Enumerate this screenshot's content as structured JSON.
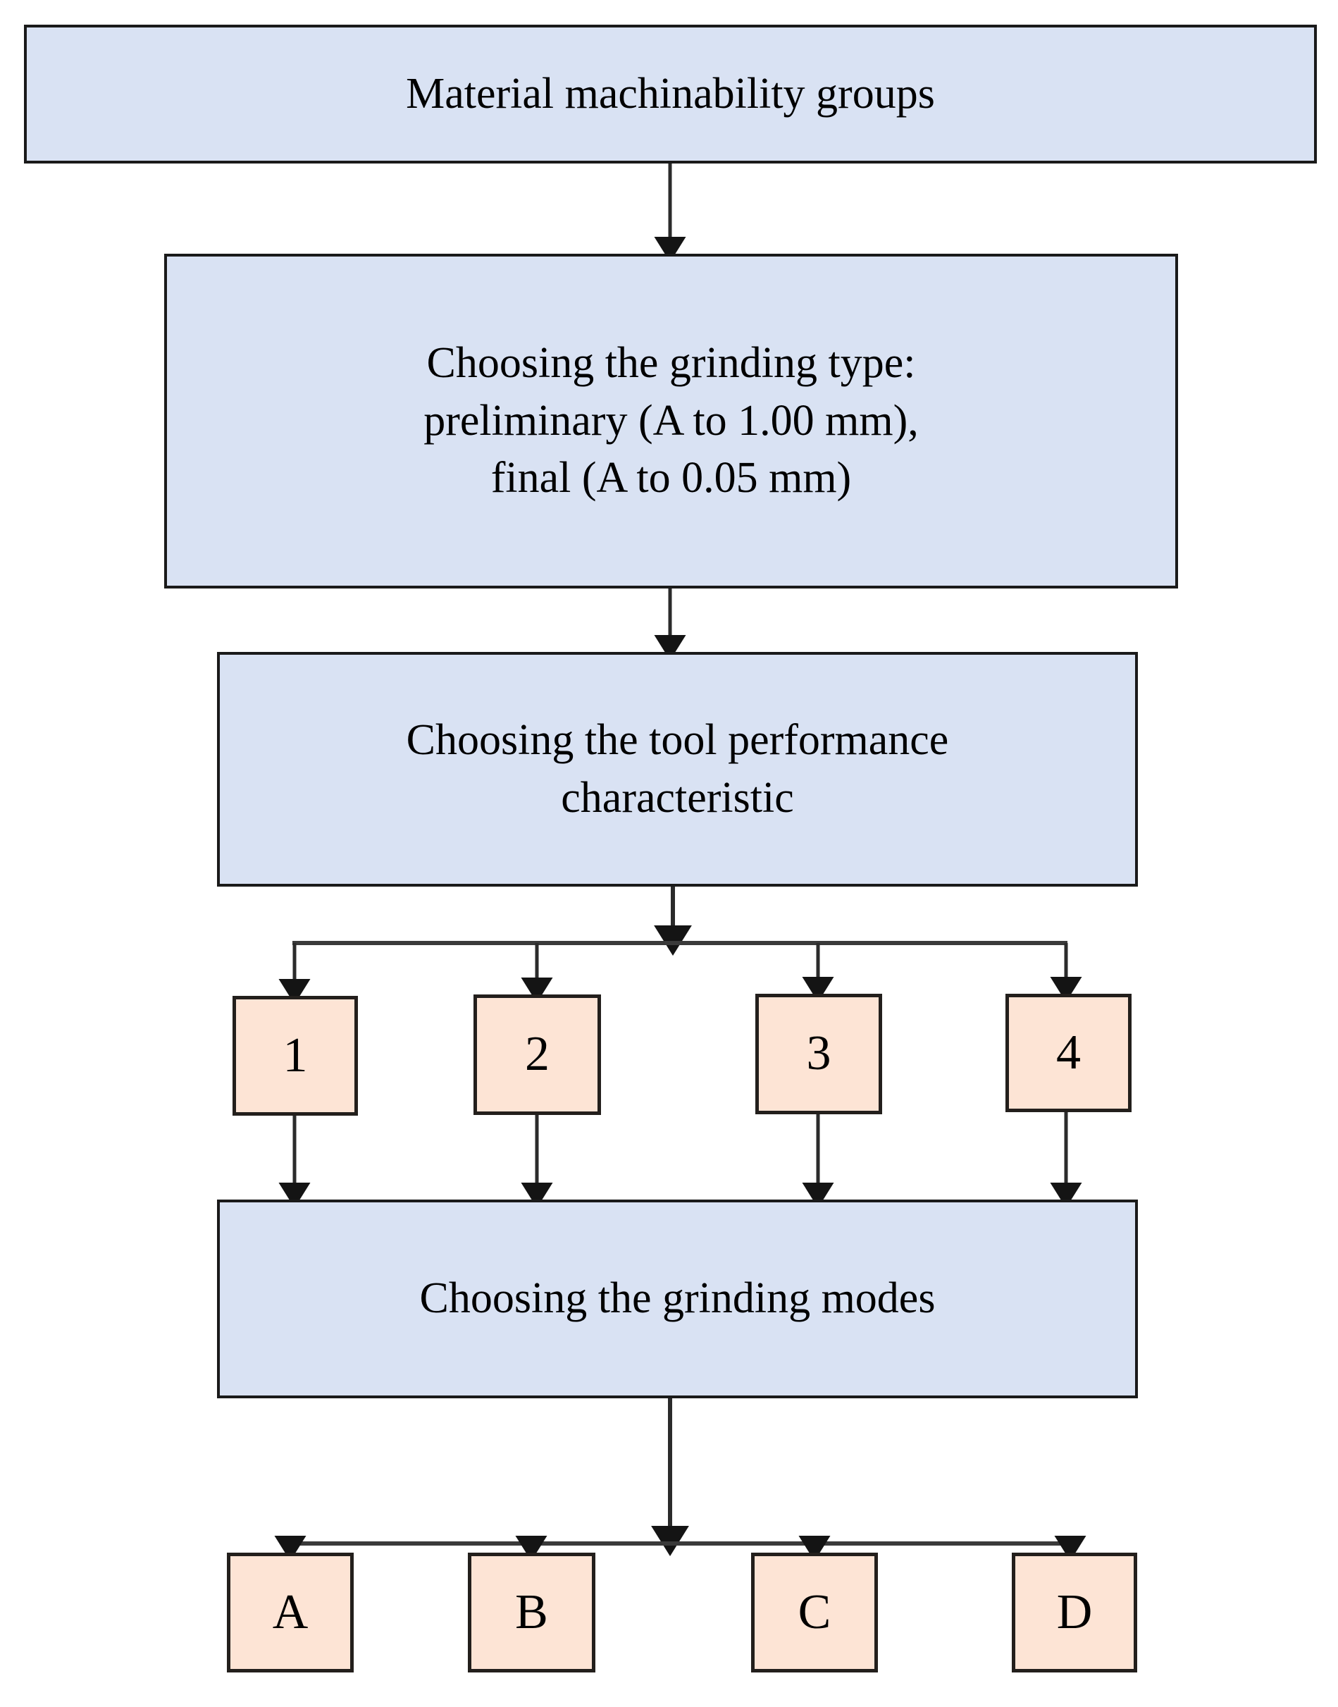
{
  "diagram": {
    "title_text": "Material machinability groups",
    "type": "flowchart",
    "colors": {
      "process_fill": "#d9e2f3",
      "terminal_fill": "#fde4d5",
      "border": "#1a1a1a",
      "connector": "#1a1a1a",
      "background": "#ffffff"
    },
    "nodes": {
      "material_groups": {
        "label": "Material machinability groups"
      },
      "grinding_type": {
        "label": "Choosing the grinding type:\npreliminary (A to 1.00 mm),\nfinal (A to 0.05 mm)"
      },
      "tool_performance": {
        "label": "Choosing the tool performance\ncharacteristic"
      },
      "grinding_modes": {
        "label": "Choosing the grinding modes"
      }
    },
    "tool_performance_options": [
      {
        "label": "1"
      },
      {
        "label": "2"
      },
      {
        "label": "3"
      },
      {
        "label": "4"
      }
    ],
    "grinding_mode_options": [
      {
        "label": "A"
      },
      {
        "label": "B"
      },
      {
        "label": "C"
      },
      {
        "label": "D"
      }
    ],
    "edges": [
      {
        "from": "material_groups",
        "to": "grinding_type"
      },
      {
        "from": "grinding_type",
        "to": "tool_performance"
      },
      {
        "from": "tool_performance",
        "to": "1"
      },
      {
        "from": "tool_performance",
        "to": "2"
      },
      {
        "from": "tool_performance",
        "to": "3"
      },
      {
        "from": "tool_performance",
        "to": "4"
      },
      {
        "from": "1",
        "to": "grinding_modes"
      },
      {
        "from": "2",
        "to": "grinding_modes"
      },
      {
        "from": "3",
        "to": "grinding_modes"
      },
      {
        "from": "4",
        "to": "grinding_modes"
      },
      {
        "from": "grinding_modes",
        "to": "A"
      },
      {
        "from": "grinding_modes",
        "to": "B"
      },
      {
        "from": "grinding_modes",
        "to": "C"
      },
      {
        "from": "grinding_modes",
        "to": "D"
      }
    ]
  }
}
